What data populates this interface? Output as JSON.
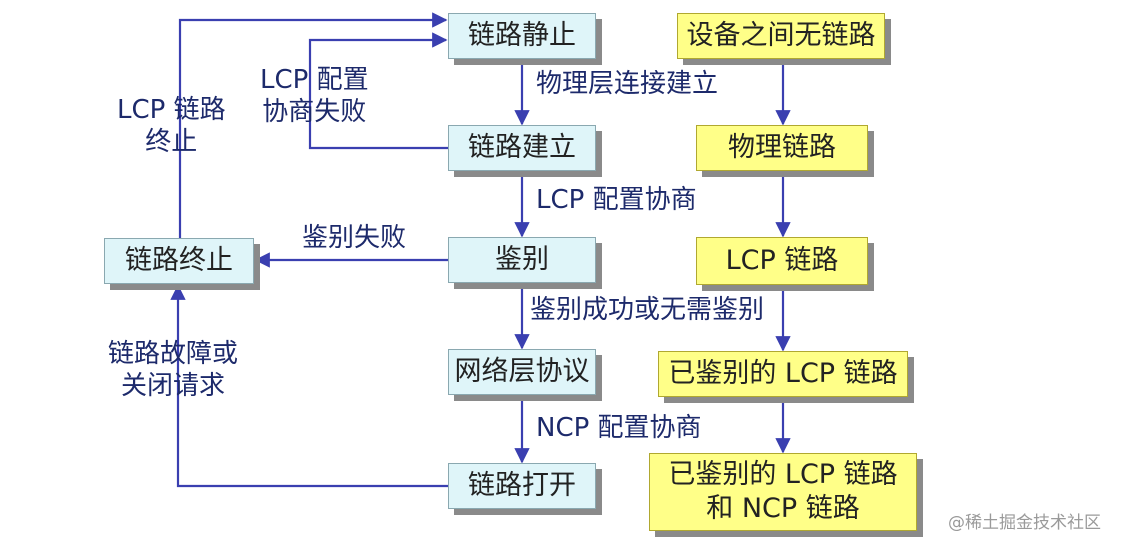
{
  "left_flow": {
    "link_dead": "链路静止",
    "link_establish": "链路建立",
    "authenticate": "鉴别",
    "network_protocol": "网络层协议",
    "link_open": "链路打开",
    "link_terminate": "链路终止"
  },
  "transitions": {
    "physical_up": "物理层连接建立",
    "lcp_negotiation": "LCP 配置协商",
    "auth_fail": "鉴别失败",
    "auth_success": "鉴别成功或无需鉴别",
    "ncp_negotiation": "NCP 配置协商",
    "lcp_config_fail": [
      "LCP 配置",
      "协商失败"
    ],
    "lcp_link_terminated": [
      "LCP 链路",
      "终止"
    ],
    "fault_or_close": [
      "链路故障或",
      "关闭请求"
    ]
  },
  "right_flow": {
    "no_link": "设备之间无链路",
    "physical_link": "物理链路",
    "lcp_link": "LCP 链路",
    "authed_lcp_link": "已鉴别的 LCP 链路",
    "authed_lcp_ncp_link": [
      "已鉴别的 LCP 链路",
      "和 NCP 链路"
    ]
  },
  "colors": {
    "state_box": "#dff5f9",
    "link_box": "#ffff88",
    "arrow": "#3a3fb0",
    "text": "#1d2a6b"
  },
  "watermark": "@稀土掘金技术社区"
}
